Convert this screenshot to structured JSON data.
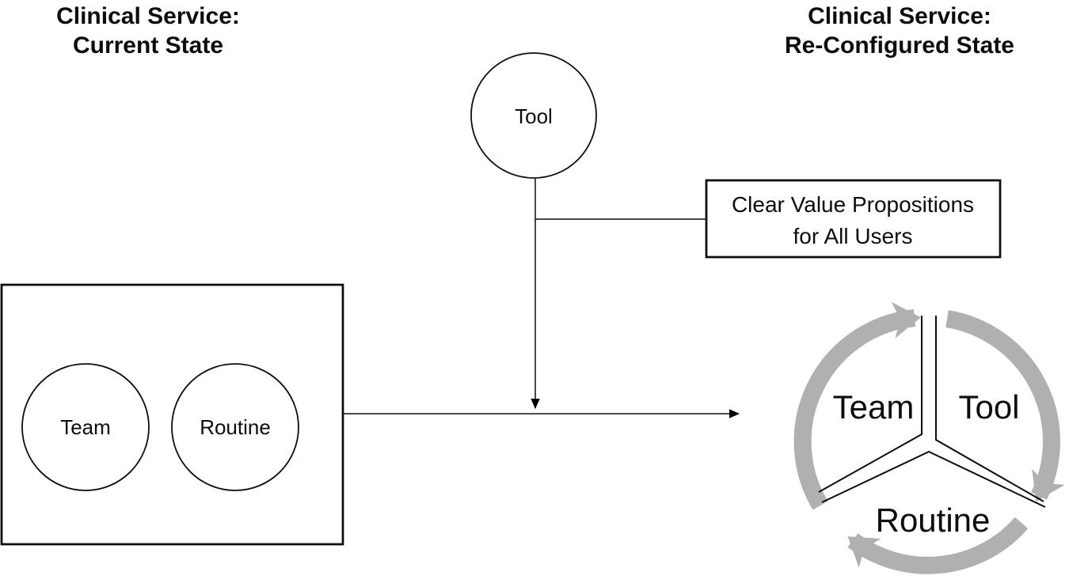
{
  "figure": {
    "left_title": {
      "line1": "Clinical Service:",
      "line2": "Current State"
    },
    "right_title": {
      "line1": "Clinical Service:",
      "line2": "Re-Configured State"
    },
    "tool_node": {
      "label": "Tool"
    },
    "current_state": {
      "team": "Team",
      "routine": "Routine"
    },
    "value_box": {
      "line1": "Clear Value Propositions",
      "line2": "for All Users"
    },
    "cycle": {
      "team": "Team",
      "tool": "Tool",
      "routine": "Routine"
    }
  },
  "colors": {
    "background": "#ffffff",
    "line": "#000000",
    "ring_gray": "#b0b0b0"
  }
}
